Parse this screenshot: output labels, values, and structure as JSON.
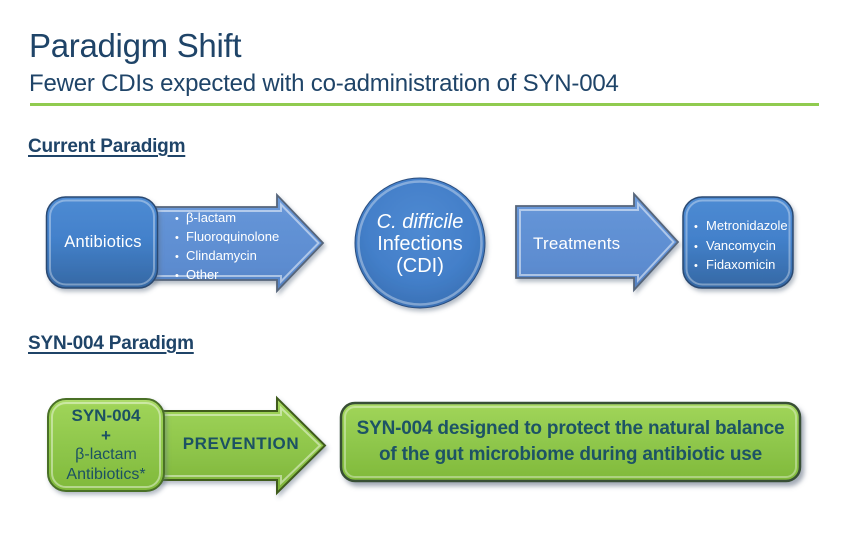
{
  "slide": {
    "title": "Paradigm Shift",
    "subtitle": "Fewer CDIs expected with co-administration of SYN-004"
  },
  "sections": {
    "current_heading": "Current Paradigm",
    "syn_heading": "SYN-004 Paradigm"
  },
  "current_flow": {
    "antibiotics_box": {
      "label": "Antibiotics"
    },
    "causes_arrow": {
      "bullets": [
        "β-lactam",
        "Fluoroquinolone",
        "Clindamycin",
        "Other"
      ]
    },
    "cdi_circle": {
      "line1": "C. difficile",
      "line2": "Infections",
      "line3": "(CDI)"
    },
    "treatments_arrow": {
      "label": "Treatments"
    },
    "treatments_box": {
      "bullets": [
        "Metronidazole",
        "Vancomycin",
        "Fidaxomicin"
      ]
    }
  },
  "syn_flow": {
    "syn_box": {
      "line1": "SYN-004",
      "line2": "+",
      "line3": "β-lactam",
      "line4": "Antibiotics*"
    },
    "prevention_arrow": {
      "label": "PREVENTION"
    },
    "message_box": {
      "line1": "SYN-004 designed to protect the natural balance",
      "line2": "of the gut microbiome during antibiotic use"
    }
  },
  "colors": {
    "heading_text": "#1F4468",
    "divider_green": "#90CB4F",
    "blue_shape": "#4280C6",
    "light_blue_arrow": "#7FA3D6",
    "green_shape": "#95C948",
    "green_shape_text": "#1C5163",
    "white_text": "#FFFFFF"
  },
  "bullet_glyph": "•"
}
